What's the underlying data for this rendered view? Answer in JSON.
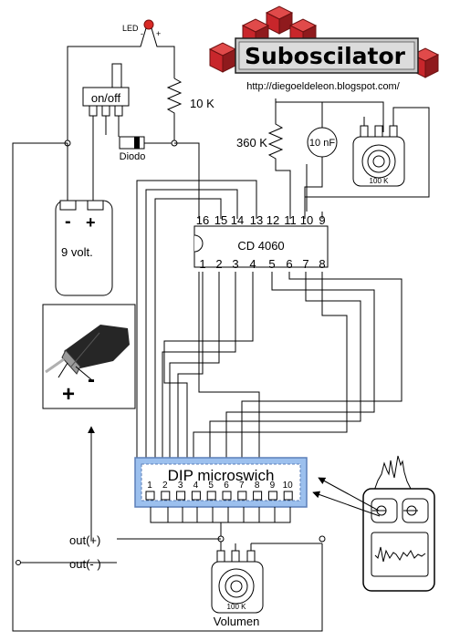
{
  "banner": {
    "title": "Suboscilator",
    "url": "http://diegoeldeleon.blogspot.com/"
  },
  "components": {
    "led": {
      "label": "LED",
      "minus": "-",
      "plus": "+"
    },
    "switch": {
      "label": "on/off"
    },
    "resistor_10k": {
      "label": "10 K"
    },
    "diode": {
      "label": "Diodo"
    },
    "resistor_360k": {
      "label": "360 K"
    },
    "capacitor": {
      "label": "10 nF"
    },
    "pot_top": {
      "label": "100 K"
    },
    "battery": {
      "minus": "-",
      "plus": "+",
      "label": "9 volt."
    },
    "jack": {
      "plus": "+",
      "minus": "-"
    },
    "ic": {
      "name": "CD 4060",
      "top_pins": [
        "16",
        "15",
        "14",
        "13",
        "12",
        "11",
        "10",
        "9"
      ],
      "bottom_pins": [
        "1",
        "2",
        "3",
        "4",
        "5",
        "6",
        "7",
        "8"
      ]
    },
    "dip": {
      "label": "DIP microswich",
      "numbers": [
        "1",
        "2",
        "3",
        "4",
        "5",
        "6",
        "7",
        "8",
        "9",
        "10"
      ]
    },
    "pot_volume": {
      "label": "100 K",
      "caption": "Volumen"
    },
    "outputs": {
      "out_plus": "out(+)",
      "out_minus": "out(- )"
    }
  },
  "colors": {
    "banner_red": "#c8262b",
    "led_red": "#d92a26",
    "dip_blue": "#9cc0ee"
  }
}
